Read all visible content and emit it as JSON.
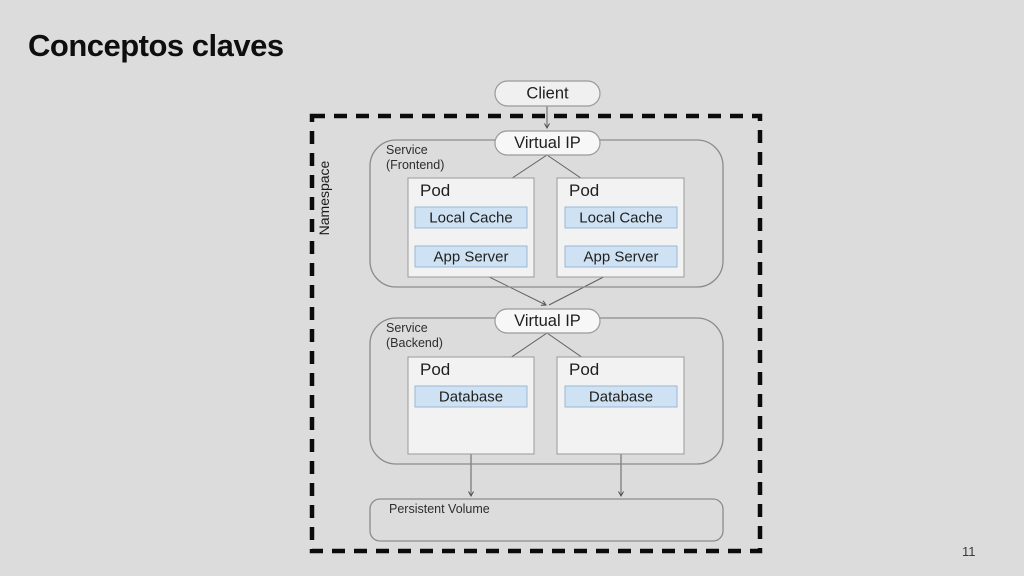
{
  "slide": {
    "title": "Conceptos claves",
    "page_number": "11"
  },
  "diagram": {
    "client": "Client",
    "namespace": "Namespace",
    "frontend": {
      "service_line1": "Service",
      "service_line2": "(Frontend)",
      "virtual_ip": "Virtual IP",
      "pods": [
        {
          "label": "Pod",
          "cache": "Local Cache",
          "server": "App Server"
        },
        {
          "label": "Pod",
          "cache": "Local Cache",
          "server": "App Server"
        }
      ]
    },
    "backend": {
      "service_line1": "Service",
      "service_line2": "(Backend)",
      "virtual_ip": "Virtual IP",
      "pods": [
        {
          "label": "Pod",
          "database": "Database"
        },
        {
          "label": "Pod",
          "database": "Database"
        }
      ]
    },
    "persistent_volume": "Persistent Volume"
  },
  "colors": {
    "background": "#dcdcdc",
    "component_blue": "#cfe2f3",
    "component_blue_border": "#9ab8d4",
    "pod_fill": "#f2f2f2",
    "namespace_border": "#0b0b0b",
    "edge": "#5f5f5f",
    "text": "#1f1f1f"
  }
}
